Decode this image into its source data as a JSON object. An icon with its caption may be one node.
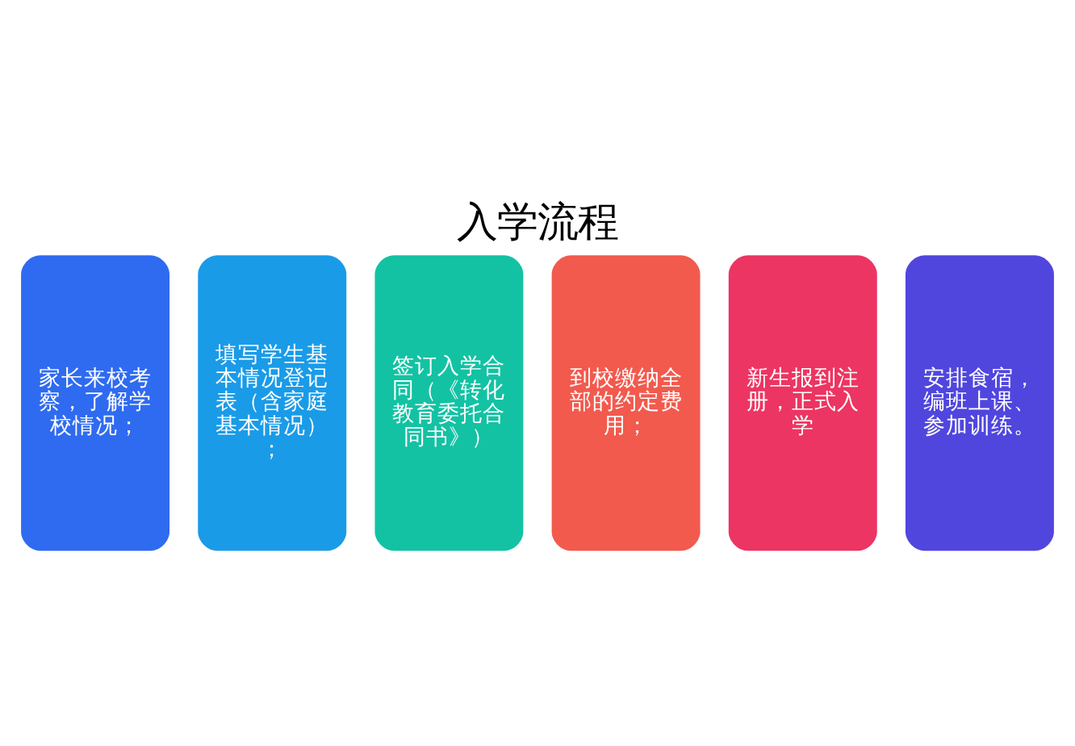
{
  "diagram": {
    "title": "入学流程",
    "nodes": [
      {
        "text": [
          "家长来校考察，了解学校情况；"
        ]
      },
      {
        "text": [
          "填写学生基本情况登记表（含家庭基本情况）；"
        ]
      },
      {
        "text": [
          "签订入学合同（《转化教育委托合同书》）"
        ]
      },
      {
        "text": [
          "到校缴纳全部的约定费用；"
        ]
      },
      {
        "text": [
          "新生报到注册，正式入学"
        ]
      },
      {
        "text": [
          "安排食宿，编班上课、参加训练。"
        ]
      }
    ]
  }
}
